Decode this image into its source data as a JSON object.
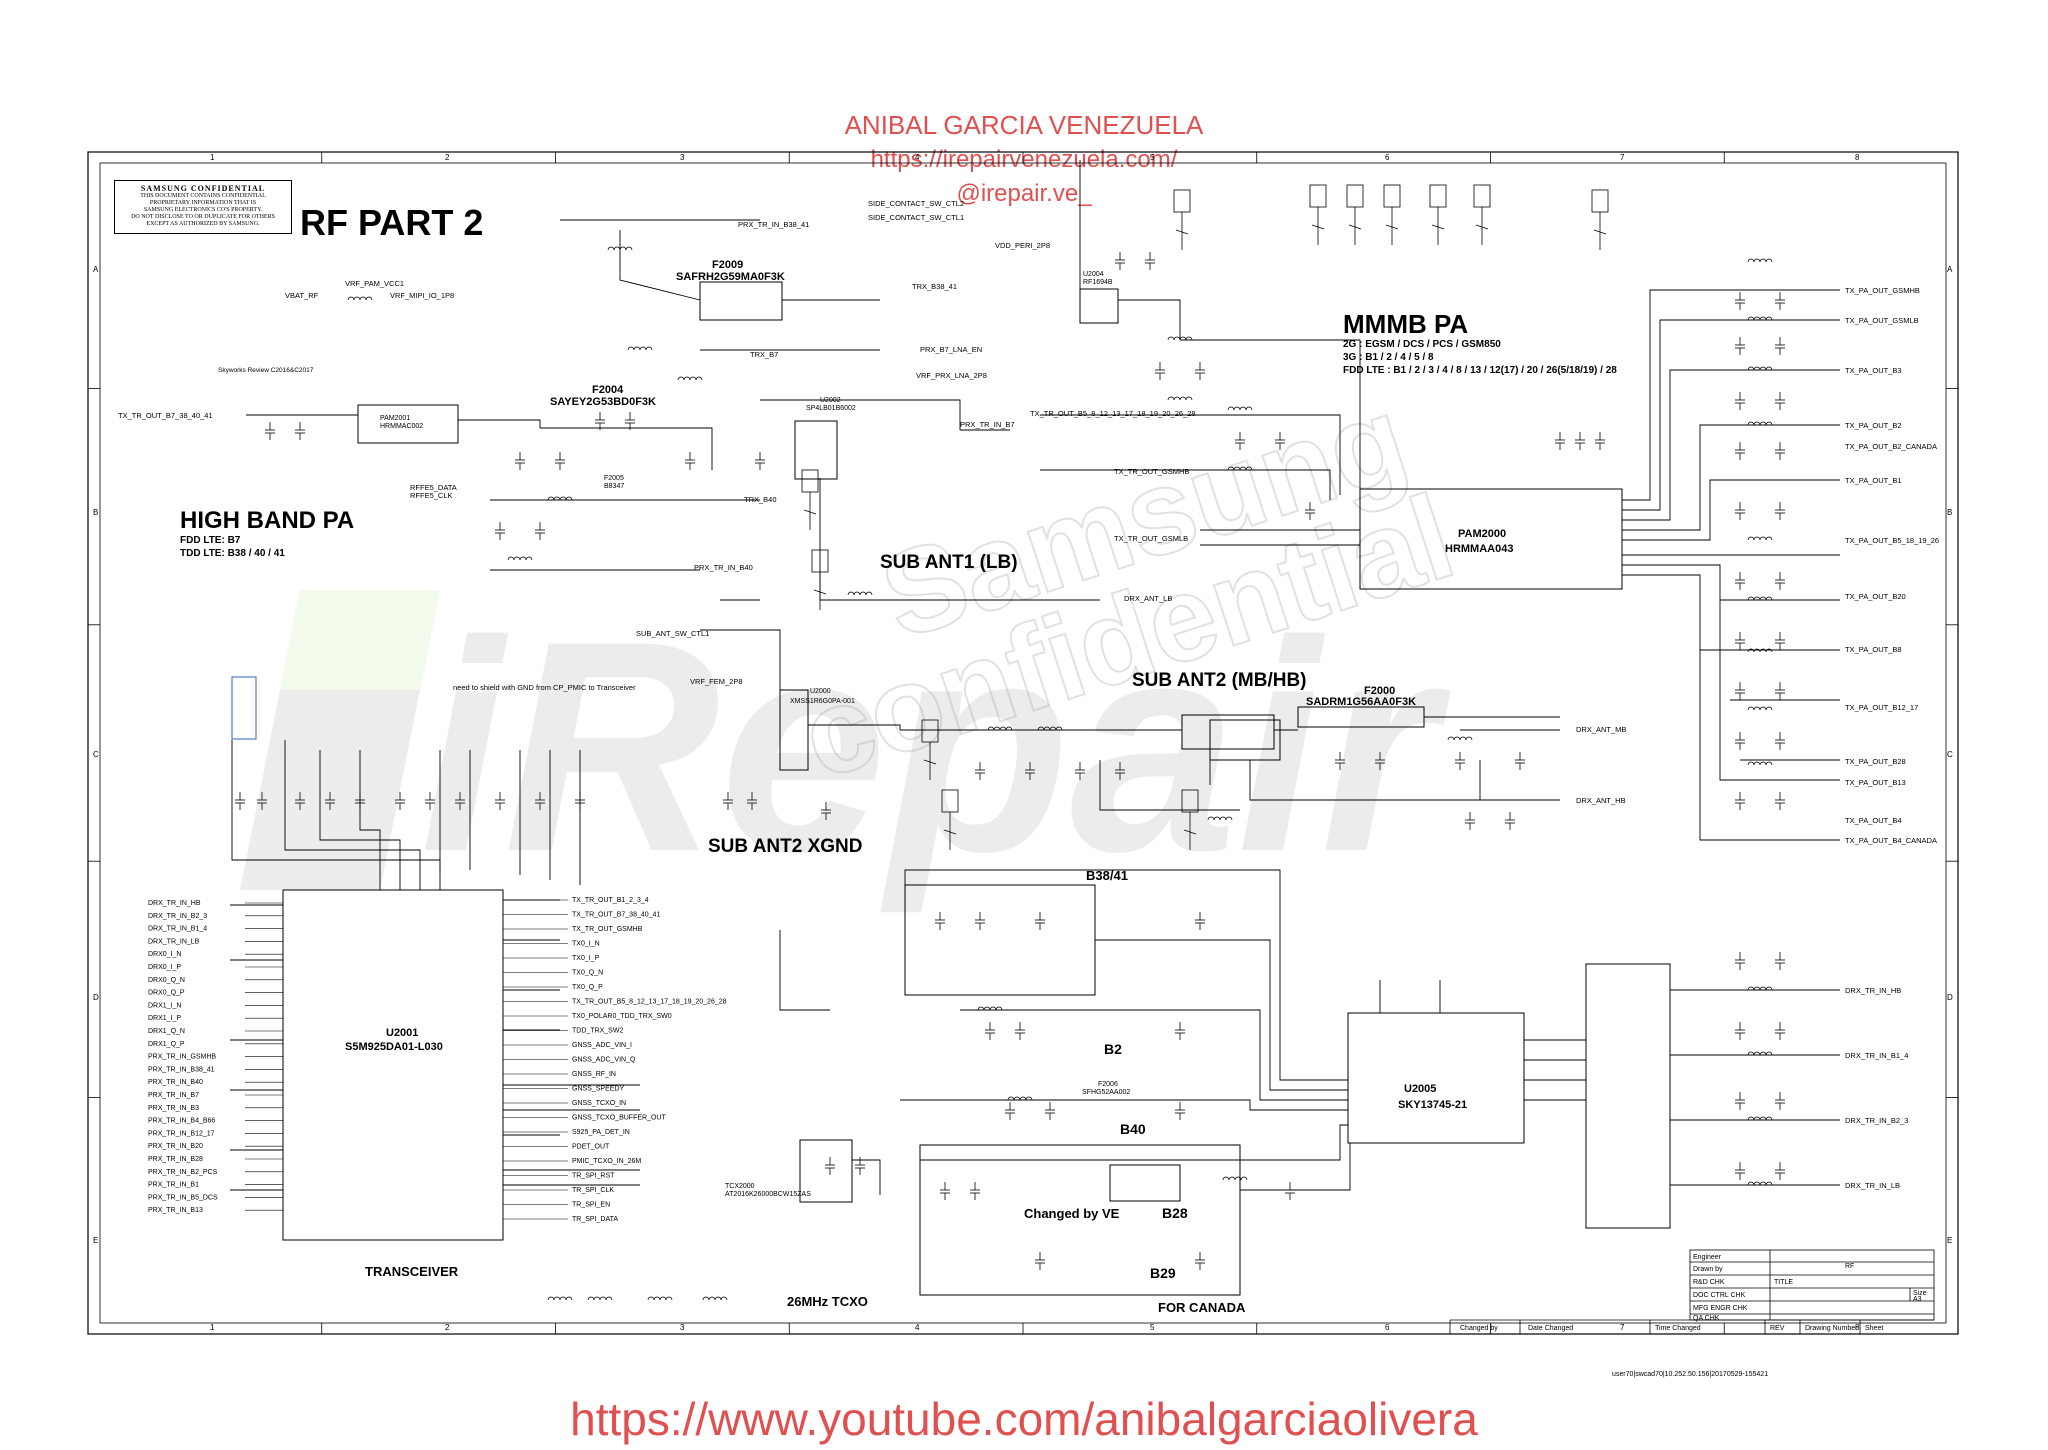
{
  "header": {
    "author": "ANIBAL GARCIA VENEZUELA",
    "website": "https://irepairvenezuela.com/",
    "handle": "@irepair.ve_"
  },
  "footer": {
    "youtube": "https://www.youtube.com/anibalgarciaolivera",
    "file_stamp": "user70|swcad70|10.252.50.156|20170529-155421"
  },
  "confidential": {
    "title": "SAMSUNG CONFIDENTIAL",
    "lines": [
      "THIS DOCUMENT CONTAINS CONFIDENTIAL",
      "PROPRIETARY INFORMATION THAT IS",
      "SAMSUNG ELECTRONICS CO'S PROPERTY.",
      "DO NOT DISCLOSE TO OR DUPLICATE FOR OTHERS",
      "EXCEPT AS AUTHORIZED BY SAMSUNG."
    ]
  },
  "watermark": {
    "main": "iRepair",
    "sub1": "Samsung",
    "sub2": "confidential"
  },
  "grid": {
    "columns": [
      "1",
      "2",
      "3",
      "4",
      "5",
      "6",
      "7",
      "8"
    ],
    "rows": [
      "A",
      "B",
      "C",
      "D",
      "E"
    ]
  },
  "titles": {
    "page": "RF PART 2",
    "high_band_pa": "HIGH BAND PA",
    "high_band_fdd": "FDD LTE: B7",
    "high_band_tdd": "TDD LTE: B38 / 40 / 41",
    "mmmb_pa": "MMMB PA",
    "mmmb_2g": "2G : EGSM / DCS / PCS / GSM850",
    "mmmb_3g": "3G : B1 / 2 / 4 / 5 / 8",
    "mmmb_fdd": "FDD LTE : B1 / 2 / 3 / 4 / 8 / 13 / 12(17) / 20 / 26(5/18/19) / 28",
    "sub_ant1": "SUB ANT1 (LB)",
    "sub_ant2": "SUB ANT2 (MB/HB)",
    "sub_ant2_xgnd": "SUB ANT2 XGND",
    "transceiver": "TRANSCEIVER",
    "tcxo": "26MHz TCXO",
    "b38_41": "B38/41",
    "b2": "B2",
    "b40": "B40",
    "b28": "B28",
    "b29": "B29",
    "changed_by": "Changed by VE",
    "for_canada": "FOR CANADA",
    "shield_note": "need to shield with GND from CP_PMIC to Transceiver",
    "skyworks_note": "Skyworks Review C2016&C2017"
  },
  "components": {
    "pam2001": {
      "ref": "PAM2001",
      "part": "HRMMAC002"
    },
    "f2009": {
      "ref": "F2009",
      "part": "SAFRH2G59MA0F3K"
    },
    "f2004": {
      "ref": "F2004",
      "part": "SAYEY2G53BD0F3K"
    },
    "f2005": {
      "ref": "F2005",
      "part": "B8347"
    },
    "u2004": {
      "ref": "U2004",
      "part": "RF1694B"
    },
    "u2002": {
      "ref": "U2002",
      "part": "SP4LB01B6002"
    },
    "u2000": {
      "ref": "U2000",
      "part": "XMSS1R6G0PA-001"
    },
    "pam2000": {
      "ref": "PAM2000",
      "part": "HRMMAA043"
    },
    "f2000": {
      "ref": "F2000",
      "part": "SADRM1G56AA0F3K"
    },
    "u2001": {
      "ref": "U2001",
      "part": "S5M925DA01-L030"
    },
    "u2005": {
      "ref": "U2005",
      "part": "SKY13745-21"
    },
    "f2006": {
      "ref": "F2006",
      "part": "SFHG52AA002"
    },
    "x2000": {
      "ref": "TCX2000",
      "part": "AT2016K26000BCW15ZAS"
    }
  },
  "nets_left": [
    "TX_TR_OUT_B7_38_40_41",
    "VRF_PAM_VCC1",
    "VBAT_RF",
    "VRF_MIPI_IO_1P8",
    "RFFE5_DATA",
    "RFFE5_CLK",
    "TX_TR_OUT_B5_8_12_13_17_18_19_20_26_28",
    "TX_TR_OUT_GSMHB",
    "TX_TR_OUT_GSMLB"
  ],
  "nets_top": [
    "PRX_TR_IN_B38_41",
    "TRX_B38_41",
    "TRX_B7",
    "PRX_B7_LNA_EN",
    "VRF_PRX_LNA_2P8",
    "PRX_TR_IN_B7",
    "TRX_B40",
    "PRX_TR_IN_B40",
    "SIDE_CONTACT_SW_CTL2",
    "SIDE_CONTACT_SW_CTL1",
    "VDD_PERI_2P8",
    "DRX_ANT_LB",
    "SUB_ANT_SW_CTL1",
    "VRF_FEM_2P8",
    "DRX_ANT_MB",
    "DRX_ANT_HB"
  ],
  "nets_right": [
    "TX_PA_OUT_GSMHB",
    "TX_PA_OUT_GSMLB",
    "TX_PA_OUT_B3",
    "TX_PA_OUT_B2",
    "TX_PA_OUT_B2_CANADA",
    "TX_PA_OUT_B1",
    "TX_PA_OUT_B5_18_19_26",
    "TX_PA_OUT_B20",
    "TX_PA_OUT_B8",
    "TX_PA_OUT_B12_17",
    "TX_PA_OUT_B28",
    "TX_PA_OUT_B13",
    "TX_PA_OUT_B4",
    "TX_PA_OUT_B4_CANADA",
    "DRX_TR_IN_HB",
    "DRX_TR_IN_B1_4",
    "DRX_TR_IN_B2_3",
    "DRX_TR_IN_LB"
  ],
  "nets_transceiver_left": [
    "DRX_TR_IN_HB",
    "DRX_TR_IN_B2_3",
    "DRX_TR_IN_B1_4",
    "DRX_TR_IN_LB",
    "DRX0_I_N",
    "DRX0_I_P",
    "DRX0_Q_N",
    "DRX0_Q_P",
    "DRX1_I_N",
    "DRX1_I_P",
    "DRX1_Q_N",
    "DRX1_Q_P",
    "PRX_TR_IN_GSMHB",
    "PRX_TR_IN_B38_41",
    "PRX_TR_IN_B40",
    "PRX_TR_IN_B7",
    "PRX_TR_IN_B3",
    "PRX_TR_IN_B4_B66",
    "PRX_TR_IN_B12_17",
    "PRX_TR_IN_B20",
    "PRX_TR_IN_B28",
    "PRX_TR_IN_B2_PCS",
    "PRX_TR_IN_B1",
    "PRX_TR_IN_B5_DCS",
    "PRX_TR_IN_B13"
  ],
  "nets_transceiver_right": [
    "TX_TR_OUT_B1_2_3_4",
    "TX_TR_OUT_B7_38_40_41",
    "TX_TR_OUT_GSMHB",
    "TX0_I_N",
    "TX0_I_P",
    "TX0_Q_N",
    "TX0_Q_P",
    "TX_TR_OUT_B5_8_12_13_17_18_19_20_26_28",
    "TX0_POLAR0_TDD_TRX_SW0",
    "TDD_TRX_SW2",
    "GNSS_ADC_VIN_I",
    "GNSS_ADC_VIN_Q",
    "GNSS_RF_IN",
    "GNSS_SPEEDY",
    "GNSS_TCXO_IN",
    "GNSS_TCXO_BUFFER_OUT",
    "S925_PA_DET_IN",
    "PDET_OUT",
    "PMIC_TCXO_IN_26M",
    "TR_SPI_RST",
    "TR_SPI_CLK",
    "TR_SPI_EN",
    "TR_SPI_DATA"
  ],
  "title_block": {
    "engineer": "Engineer",
    "drawn_by": "Drawn by",
    "rnd_chk": "R&D CHK",
    "doc_ctrl_chk": "DOC CTRL CHK",
    "mfg_engr_chk": "MFG ENGR CHK",
    "qa_chk": "QA CHK",
    "title_label": "TITLE",
    "title_value": "RF",
    "size_label": "Size",
    "size_value": "A3",
    "changed_by": "Changed by",
    "date_changed": "Date Changed",
    "time_changed": "Time Changed",
    "rev": "REV",
    "drawing_number": "Drawing Number",
    "sheet": "Sheet"
  }
}
